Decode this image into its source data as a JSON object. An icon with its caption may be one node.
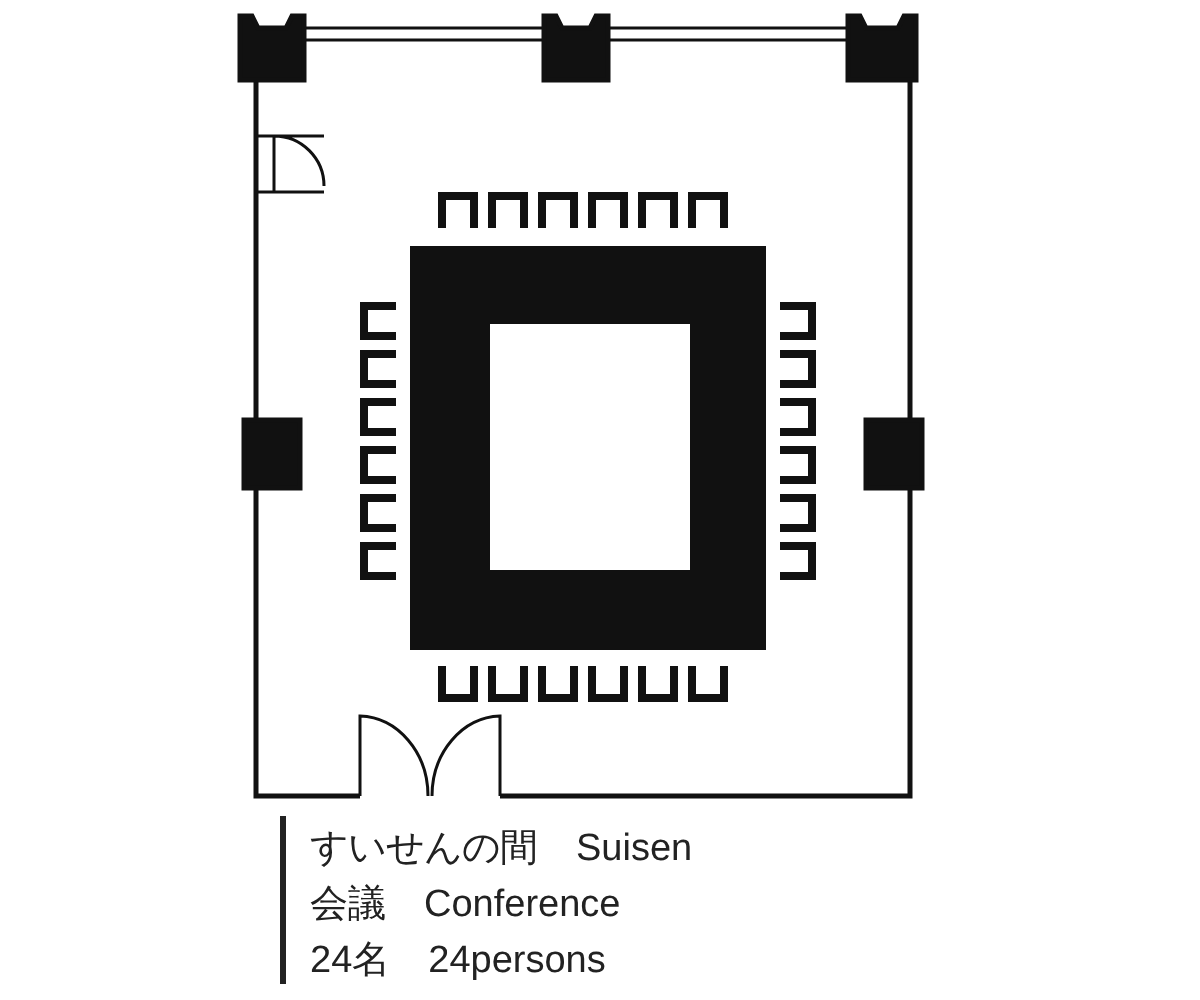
{
  "diagram": {
    "labels": [
      "すいせんの間　Suisen",
      "会議　Conference",
      "24名　24persons"
    ]
  }
}
